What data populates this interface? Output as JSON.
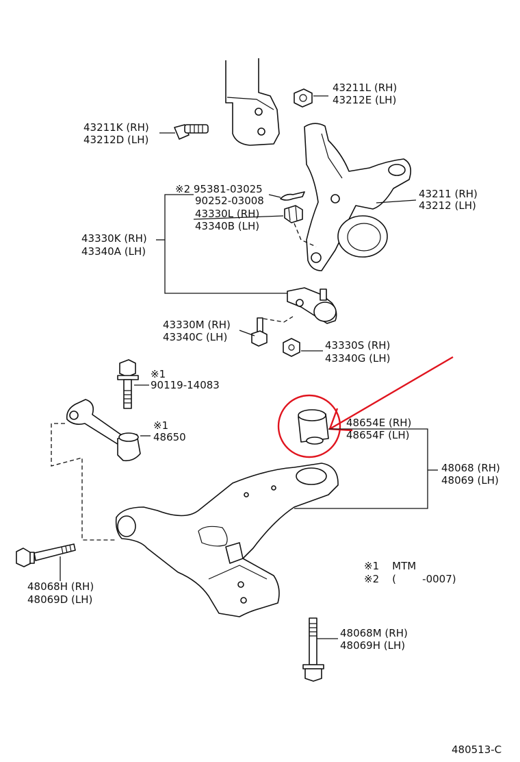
{
  "colors": {
    "line": "#111111",
    "highlight": "#e0141e",
    "background": "#ffffff"
  },
  "labels": {
    "l43211L": "43211L (RH)",
    "l43212E": "43212E (LH)",
    "l43211K": "43211K (RH)",
    "l43212D": "43212D (LH)",
    "l95381": "※2 95381-03025",
    "l90252": "90252-03008",
    "l43330L": "43330L (RH)",
    "l43340B": "43340B (LH)",
    "l43211": "43211 (RH)",
    "l43212": "43212 (LH)",
    "l43330K": "43330K (RH)",
    "l43340A": "43340A (LH)",
    "l43330M": "43330M (RH)",
    "l43340C": "43340C (LH)",
    "l43330S": "43330S (RH)",
    "l43340G": "43340G (LH)",
    "l90119mark": "※1",
    "l90119": "90119-14083",
    "l48654E": "48654E (RH)",
    "l48654F": "48654F (LH)",
    "l48650mark": "※1",
    "l48650": "48650",
    "l48068": "48068 (RH)",
    "l48069": "48069 (LH)",
    "l48068H": "48068H (RH)",
    "l48069D": "48069D (LH)",
    "note1": "※1    MTM",
    "note2": "※2    (        -0007)",
    "l48068M": "48068M (RH)",
    "l48069H": "48069H (LH)",
    "figcode": "480513-C"
  }
}
